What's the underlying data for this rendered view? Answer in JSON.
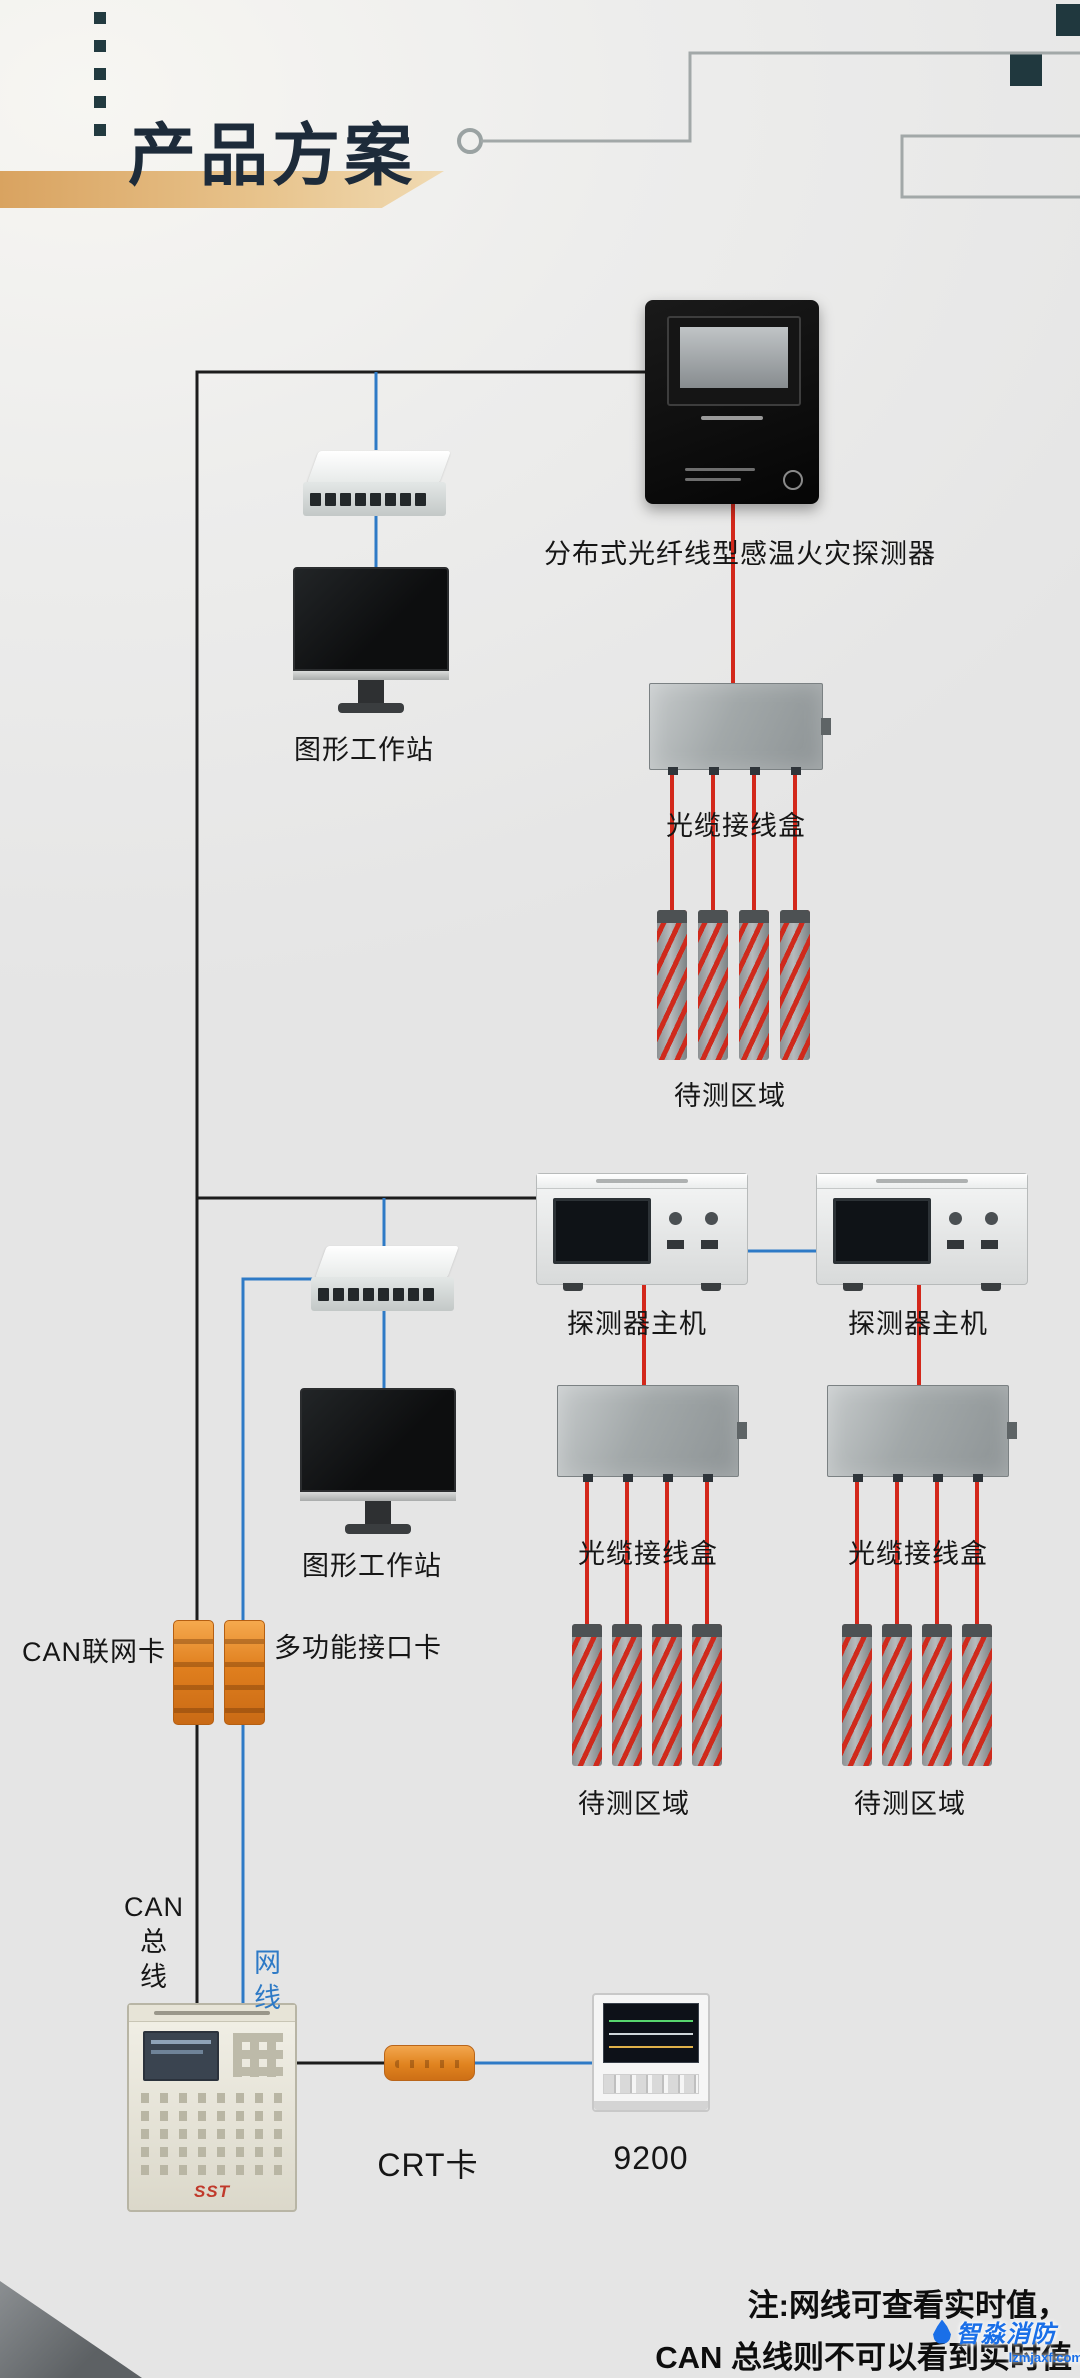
{
  "page": {
    "title": "产品方案",
    "note_line1": "注:网线可查看实时值，",
    "note_line2": "CAN 总线则不可以看到实时值"
  },
  "top_section": {
    "detector_panel_label": "分布式光纤线型感温火灾探测器",
    "workstation_label": "图形工作站",
    "junction_box_label": "光缆接线盒",
    "zone_label": "待测区域"
  },
  "middle_section": {
    "host_left_label": "探测器主机",
    "host_right_label": "探测器主机",
    "workstation_label": "图形工作站",
    "junction_left_label": "光缆接线盒",
    "junction_right_label": "光缆接线盒",
    "zone_left_label": "待测区域",
    "zone_right_label": "待测区域",
    "can_card_label": "CAN联网卡",
    "interface_card_label": "多功能接口卡"
  },
  "bottom_section": {
    "can_bus_label": "CAN\n总\n线",
    "net_label": "网\n线",
    "crt_card_label": "CRT卡",
    "crt_monitor_label": "9200",
    "fire_panel_brand": "SST"
  },
  "watermark": {
    "brand": "智淼消防",
    "site": "lzmjaxf.com"
  },
  "colors": {
    "line_black": "#1c1c1c",
    "line_blue": "#2e7ac6",
    "line_red": "#d3281b",
    "accent_tan": "#e0b078",
    "title_navy": "#1d2b3a",
    "deco_teal": "#20383e",
    "watermark_blue": "#1a6fe8"
  }
}
